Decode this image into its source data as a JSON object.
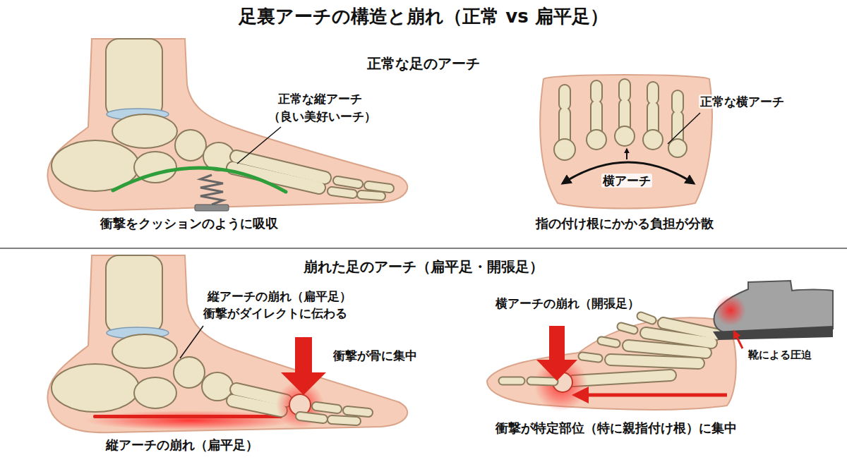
{
  "diagram": {
    "title": "足裏アーチの構造と崩れ（正常 vs 扁平足）",
    "labels": [
      "正常な足のアーチ",
      "正常な縦アーチ",
      "（良い美好いーチ）",
      "衝撃をクッションのように吸収",
      "正常な横アーチ",
      "横アーチ",
      "指の付け根にかかる負担が分散",
      "崩れた足のアーチ（扁平足・開張足）",
      "縦アーチの崩れ（扁平足）",
      "衝撃がダイレクトに伝わる",
      "衝撃が骨に集中",
      "縦アーチの崩れ（扁平足）",
      "横アーチの崩れ（開張足）",
      "靴による圧迫",
      "衝撃が特定部位（特に親指付け根）に集中"
    ]
  }
}
